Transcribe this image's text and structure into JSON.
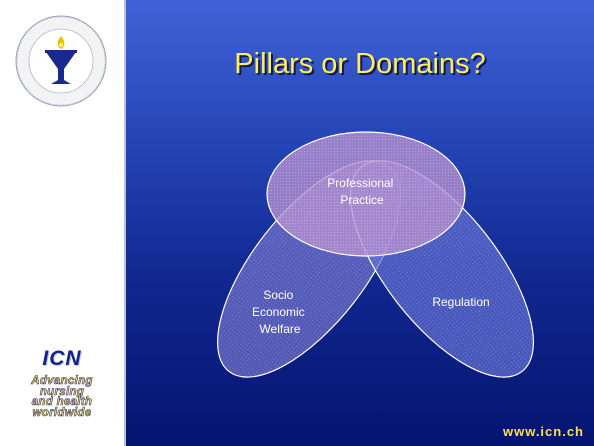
{
  "slide": {
    "title": "Pillars or Domains?",
    "brand": "ICN",
    "tagline": [
      "Advancing",
      "nursing",
      "and health",
      "worldwide"
    ],
    "url": "www.icn.ch"
  },
  "diagram": {
    "petals": [
      {
        "name": "professional-practice",
        "lines": [
          "Professional",
          "Practice"
        ],
        "color": "#b590cf"
      },
      {
        "name": "socio-economic-welfare",
        "lines": [
          "Socio",
          "Economic",
          "Welfare"
        ],
        "color": "#6f6fc8"
      },
      {
        "name": "regulation",
        "lines": [
          "Regulation"
        ],
        "color": "#5e6cd0"
      }
    ]
  },
  "colors": {
    "title": "#ffef55",
    "brand": "#14238a",
    "tagline": "#ffe04a",
    "background_top": "#3f63d6",
    "background_bottom": "#041470"
  },
  "icons": {
    "logo": "icn-emblem-icon"
  }
}
